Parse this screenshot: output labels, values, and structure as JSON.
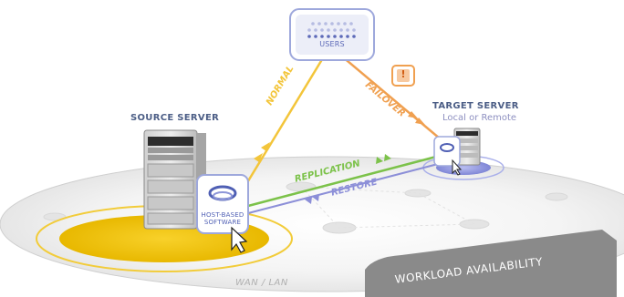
{
  "users_label": "USERS",
  "source_server": {
    "title": "SOURCE SERVER",
    "software_label_line1": "HOST-BASED",
    "software_label_line2": "SOFTWARE"
  },
  "target_server": {
    "title": "TARGET SERVER",
    "subtitle": "Local or Remote"
  },
  "links": {
    "normal": "NORMAL",
    "failover": "FAILOVER",
    "replication": "REPLICATION",
    "restore": "RESTORE"
  },
  "alert_symbol": "!",
  "network_label": "WAN / LAN",
  "footer_banner": "WORKLOAD AVAILABILITY",
  "colors": {
    "normal": "#f3c53a",
    "failover": "#f0a050",
    "replication": "#7cc24a",
    "restore": "#8c8fd8",
    "title_text": "#4c5e86",
    "banner_bg": "#8a8a8a",
    "source_disc": "#f4c50c"
  }
}
